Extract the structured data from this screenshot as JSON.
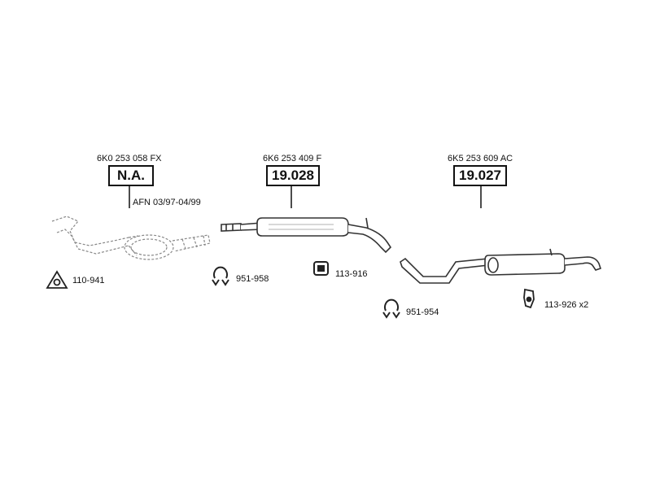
{
  "parts": [
    {
      "oe_number": "6K0 253 058 FX",
      "ref": "N.A.",
      "note": "AFN 03/97-04/99"
    },
    {
      "oe_number": "6K6 253 409 F",
      "ref": "19.028"
    },
    {
      "oe_number": "6K5 253 609 AC",
      "ref": "19.027"
    }
  ],
  "accessories": [
    {
      "code": "110-941",
      "icon": "gasket-icon"
    },
    {
      "code": "951-958",
      "icon": "clamp-icon"
    },
    {
      "code": "113-916",
      "icon": "rubber-mount-icon"
    },
    {
      "code": "951-954",
      "icon": "clamp-icon"
    },
    {
      "code": "113-926 x2",
      "icon": "hanger-icon"
    }
  ],
  "colors": {
    "ink": "#111111",
    "part_stroke": "#444444",
    "background": "#ffffff"
  }
}
